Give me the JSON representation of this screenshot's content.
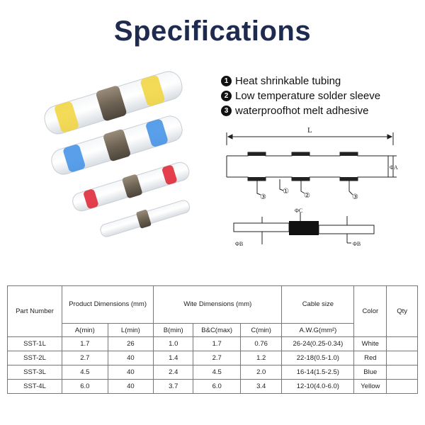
{
  "title": "Specifications",
  "legend": [
    {
      "num": "1",
      "text": "Heat shrinkable tubing"
    },
    {
      "num": "2",
      "text": "Low temperature solder sleeve"
    },
    {
      "num": "3",
      "text": "waterproofhot melt adhesive"
    }
  ],
  "diagram": {
    "length_label": "L",
    "dia_a_label": "ΦA",
    "dia_b_label": "ΦB",
    "dia_c_label": "ΦC",
    "callout_1": "①",
    "callout_2": "②",
    "callout_3": "③"
  },
  "table": {
    "headers": {
      "part_number": "Part Number",
      "product_dimensions": "Product Dimensions (mm)",
      "wire_dimensions": "Wite Dimensions (mm)",
      "cable_size": "Cable size",
      "color": "Color",
      "qty": "Qty"
    },
    "subheaders": {
      "a_min": "A(min)",
      "l_min": "L(min)",
      "b_min": "B(min)",
      "bc_max": "B&C(max)",
      "c_min": "C(min)",
      "awg": "A.W.G(mm²)"
    },
    "rows": [
      {
        "part": "SST-1L",
        "a": "1.7",
        "l": "26",
        "b": "1.0",
        "bc": "1.7",
        "c": "0.76",
        "cable": "26-24(0.25-0.34)",
        "color": "White"
      },
      {
        "part": "SST-2L",
        "a": "2.7",
        "l": "40",
        "b": "1.4",
        "bc": "2.7",
        "c": "1.2",
        "cable": "22-18(0.5-1.0)",
        "color": "Red"
      },
      {
        "part": "SST-3L",
        "a": "4.5",
        "l": "40",
        "b": "2.4",
        "bc": "4.5",
        "c": "2.0",
        "cable": "16-14(1.5-2.5)",
        "color": "Blue"
      },
      {
        "part": "SST-4L",
        "a": "6.0",
        "l": "40",
        "b": "3.7",
        "bc": "6.0",
        "c": "3.4",
        "cable": "12-10(4.0-6.0)",
        "color": "Yellow"
      }
    ]
  }
}
